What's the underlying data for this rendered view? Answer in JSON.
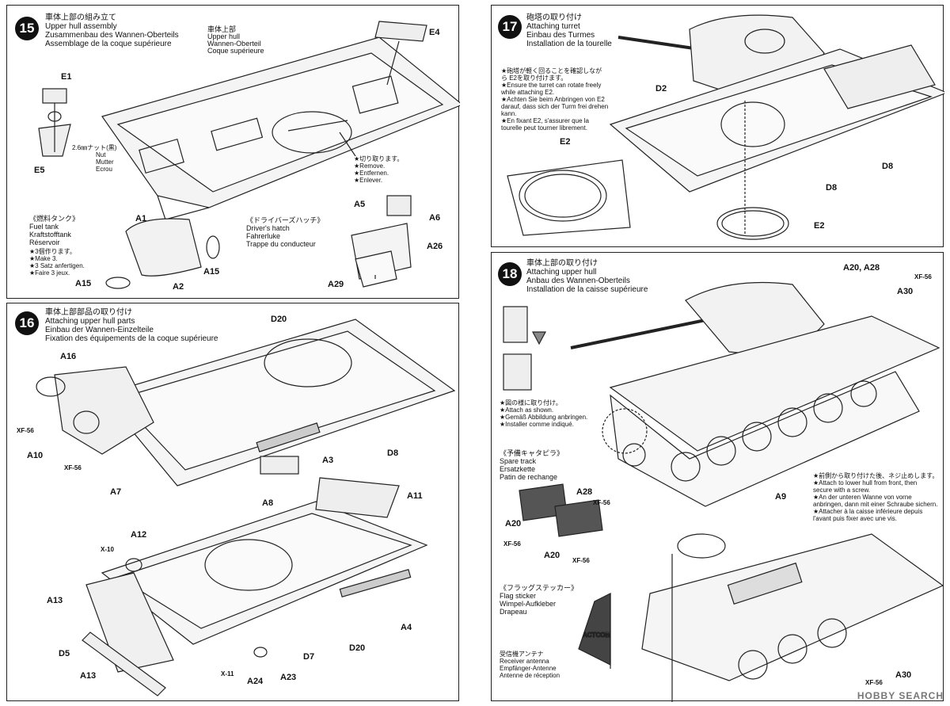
{
  "steps": {
    "s15": {
      "number": "15",
      "title": [
        "車体上部の組み立て",
        "Upper hull assembly",
        "Zusammenbau des Wannen-Oberteils",
        "Assemblage de la coque supérieure"
      ],
      "part_caption": [
        "車体上部",
        "Upper hull",
        "Wannen-Oberteil",
        "Coque supérieure"
      ],
      "nut": [
        "2.6㎜ナット(黒)",
        "Nut",
        "Mutter",
        "Ecrou"
      ],
      "remove_note": [
        "★切り取ります。",
        "★Remove.",
        "★Entfernen.",
        "★Enlever."
      ],
      "fuel_tank": [
        "《燃料タンク》",
        "Fuel tank",
        "Kraftstofftank",
        "Réservoir"
      ],
      "make3": [
        "★3個作ります。",
        "★Make 3.",
        "★3 Satz anfertigen.",
        "★Faire 3 jeux."
      ],
      "hatch": [
        "《ドライバーズハッチ》",
        "Driver's hatch",
        "Fahrerluke",
        "Trappe du conducteur"
      ],
      "labels": {
        "E4": "E4",
        "E1": "E1",
        "E5": "E5",
        "A1": "A1",
        "A2": "A2",
        "A15a": "A15",
        "A15b": "A15",
        "A5": "A5",
        "A6": "A6",
        "A26": "A26",
        "A29": "A29"
      }
    },
    "s16": {
      "number": "16",
      "title": [
        "車体上部部品の取り付け",
        "Attaching upper hull parts",
        "Einbau der Wannen-Einzelteile",
        "Fixation des équipements de la coque supérieure"
      ],
      "labels": {
        "D20a": "D20",
        "A16": "A16",
        "A10": "A10",
        "A7": "A7",
        "A3": "A3",
        "D8": "D8",
        "A8": "A8",
        "A11": "A11",
        "A12": "A12",
        "A13a": "A13",
        "A13b": "A13",
        "D5": "D5",
        "D20b": "D20",
        "A4": "A4",
        "D7": "D7",
        "A24": "A24",
        "A23": "A23"
      },
      "paints": {
        "xf56a": "XF-56",
        "xf56b": "XF-56",
        "x10": "X-10",
        "x11": "X-11"
      }
    },
    "s17": {
      "number": "17",
      "title": [
        "砲塔の取り付け",
        "Attaching turret",
        "Einbau des Turmes",
        "Installation de la tourelle"
      ],
      "note": [
        "★砲塔が軽く回ることを確認しなが",
        "ら E2を取り付けます。",
        "★Ensure the turret can rotate freely",
        "while attaching E2.",
        "★Achten Sie beim Anbringen von E2",
        "darauf, dass sich der Turm frei drehen",
        "kann.",
        "★En fixant E2, s'assurer que la",
        "tourelle peut tourner librement."
      ],
      "labels": {
        "D2": "D2",
        "E2a": "E2",
        "E2b": "E2",
        "D8a": "D8",
        "D8b": "D8"
      }
    },
    "s18": {
      "number": "18",
      "title": [
        "車体上部の取り付け",
        "Attaching upper hull",
        "Anbau des Wannen-Oberteils",
        "Installation de la caisse supérieure"
      ],
      "attach_note": [
        "★図の様に取り付け。",
        "★Attach as shown.",
        "★Gemäß Abbildung anbringen.",
        "★Installer comme indiqué."
      ],
      "spare_track": [
        "《予備キャタピラ》",
        "Spare track",
        "Ersatzkette",
        "Patin de rechange"
      ],
      "flag": [
        "《フラッグステッカー》",
        "Flag sticker",
        "Wimpel-Aufkleber",
        "Drapeau"
      ],
      "antenna": [
        "受信機アンテナ",
        "Receiver antenna",
        "Empfänger-Antenne",
        "Antenne de réception"
      ],
      "front_note": [
        "★前側から取り付けた後、ネジ止めします。",
        "★Attach to lower hull from front, then",
        "secure with a screw.",
        "★An der unteren Wanne von vorne",
        "anbringen, dann mit einer Schraube sichern.",
        "★Attacher à la caisse inférieure depuis",
        "l'avant puis fixer avec une vis."
      ],
      "flag_text": "ACTCOM",
      "labels": {
        "A20A28": "A20, A28",
        "A30a": "A30",
        "A28": "A28",
        "A20a": "A20",
        "A20b": "A20",
        "A9": "A9",
        "A30b": "A30"
      },
      "paints": {
        "xf56a": "XF-56",
        "xf56b": "XF-56",
        "xf56c": "XF-56",
        "xf56d": "XF-56",
        "xf56e": "XF-56"
      }
    }
  },
  "watermark": "HOBBY SEARCH"
}
